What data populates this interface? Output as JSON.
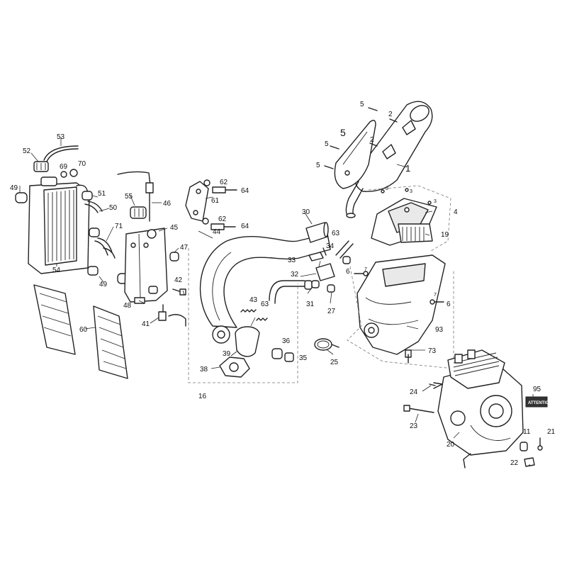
{
  "callouts": {
    "c1": "1",
    "c2a": "2",
    "c2b": "2",
    "c3a": "3",
    "c3b": "3",
    "c3c": "3",
    "c4": "4",
    "c5a": "5",
    "c5b": "5",
    "c5c": "5",
    "c5big": "5",
    "c6a": "6",
    "c6b": "6",
    "c7a": "7",
    "c7b": "7",
    "c11": "11",
    "c16": "16",
    "c19": "19",
    "c20": "20",
    "c21": "21",
    "c22": "22",
    "c23": "23",
    "c24": "24",
    "c25": "25",
    "c27": "27",
    "c30": "30",
    "c31": "31",
    "c32": "32",
    "c33": "33",
    "c34": "34",
    "c35": "35",
    "c36": "36",
    "c38": "38",
    "c39": "39",
    "c41": "41",
    "c42": "42",
    "c43": "43",
    "c44": "44",
    "c45": "45",
    "c46": "46",
    "c47": "47",
    "c48": "48",
    "c49a": "49",
    "c49b": "49",
    "c50": "50",
    "c51": "51",
    "c52": "52",
    "c53": "53",
    "c54": "54",
    "c55": "55",
    "c60": "60",
    "c61": "61",
    "c62a": "62",
    "c62b": "62",
    "c63a": "63",
    "c63b": "63",
    "c64a": "64",
    "c64b": "64",
    "c69": "69",
    "c70": "70",
    "c71": "71",
    "c73": "73",
    "c93": "93",
    "c95": "95"
  }
}
